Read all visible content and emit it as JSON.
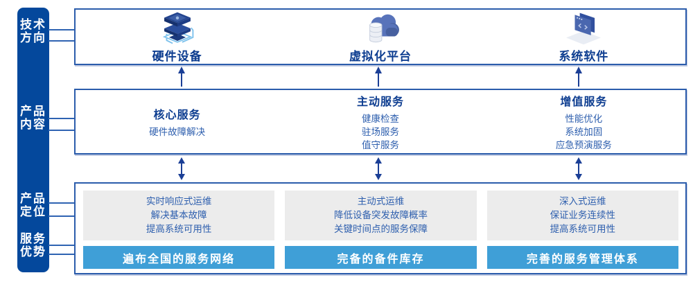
{
  "sidebar": {
    "items": [
      {
        "id": "tech-direction",
        "lines": [
          "技术",
          "方向"
        ]
      },
      {
        "id": "product-content",
        "lines": [
          "产品",
          "内容"
        ]
      },
      {
        "id": "product-position",
        "lines": [
          "产品",
          "定位"
        ]
      },
      {
        "id": "service-advantage",
        "lines": [
          "服务",
          "优势"
        ]
      }
    ]
  },
  "tech_row": {
    "columns": [
      {
        "icon": "server-stack-icon",
        "label": "硬件设备"
      },
      {
        "icon": "cloud-database-icon",
        "label": "虚拟化平台"
      },
      {
        "icon": "code-window-icon",
        "label": "系统软件"
      }
    ]
  },
  "content_row": {
    "columns": [
      {
        "title": "核心服务",
        "items": [
          "硬件故障解决"
        ]
      },
      {
        "title": "主动服务",
        "items": [
          "健康检查",
          "驻场服务",
          "值守服务"
        ]
      },
      {
        "title": "增值服务",
        "items": [
          "性能优化",
          "系统加固",
          "应急预演服务"
        ]
      }
    ]
  },
  "position_row": {
    "columns": [
      {
        "points": [
          "实时响应式运维",
          "解决基本故障",
          "提高系统可用性"
        ],
        "banner": "遍布全国的服务网络"
      },
      {
        "points": [
          "主动式运维",
          "降低设备突发故障概率",
          "关键时间点的服务保障"
        ],
        "banner": "完备的备件库存"
      },
      {
        "points": [
          "深入式运维",
          "保证业务连续性",
          "提高系统可用性"
        ],
        "banner": "完善的服务管理体系"
      }
    ]
  },
  "colors": {
    "sidebar_bg": "#04489c",
    "box_border": "#2b5cab",
    "title_navy": "#0d3d90",
    "text_blue": "#2e5fae",
    "banner_blue": "#3f9fd7",
    "panel_gray": "#ececec",
    "arrow_navy": "#1b3f96",
    "icon_cyan": "#7ec2ec"
  }
}
